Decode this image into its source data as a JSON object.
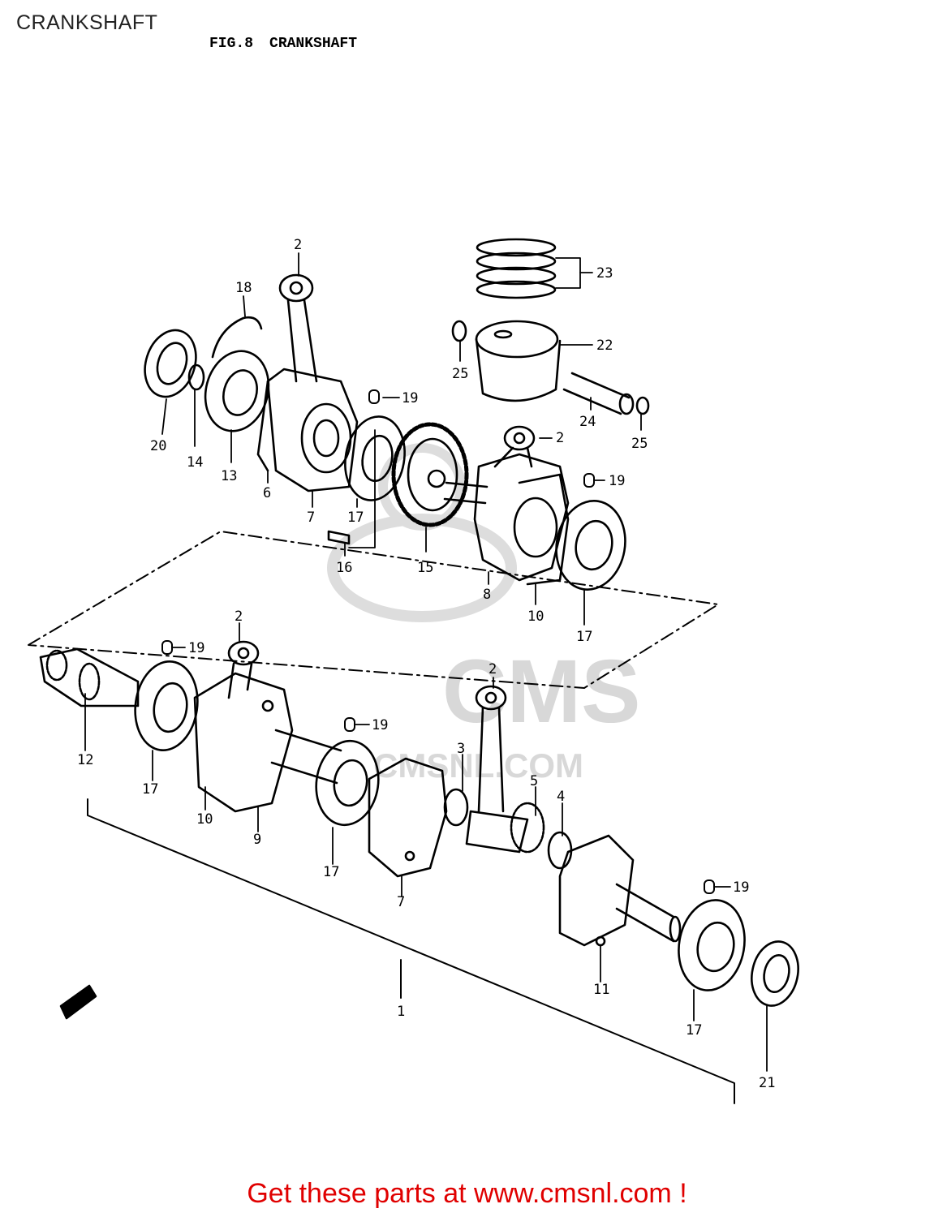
{
  "page": {
    "caption": "CRANKSHAFT",
    "figure_number": "FIG.8",
    "figure_title": "CRANKSHAFT",
    "promo_text": "Get these parts at www.cmsnl.com !",
    "promo_color": "#e00000"
  },
  "watermark": {
    "brand": "CMS",
    "site": "CMSNL.COM",
    "color": "#d8d8d8"
  },
  "callouts": [
    "2",
    "18",
    "23",
    "22",
    "25",
    "24",
    "25",
    "19",
    "20",
    "14",
    "13",
    "6",
    "7",
    "17",
    "16",
    "15",
    "2",
    "19",
    "8",
    "10",
    "17",
    "2",
    "19",
    "12",
    "17",
    "10",
    "9",
    "19",
    "2",
    "3",
    "5",
    "4",
    "17",
    "7",
    "19",
    "11",
    "17",
    "21",
    "1"
  ]
}
